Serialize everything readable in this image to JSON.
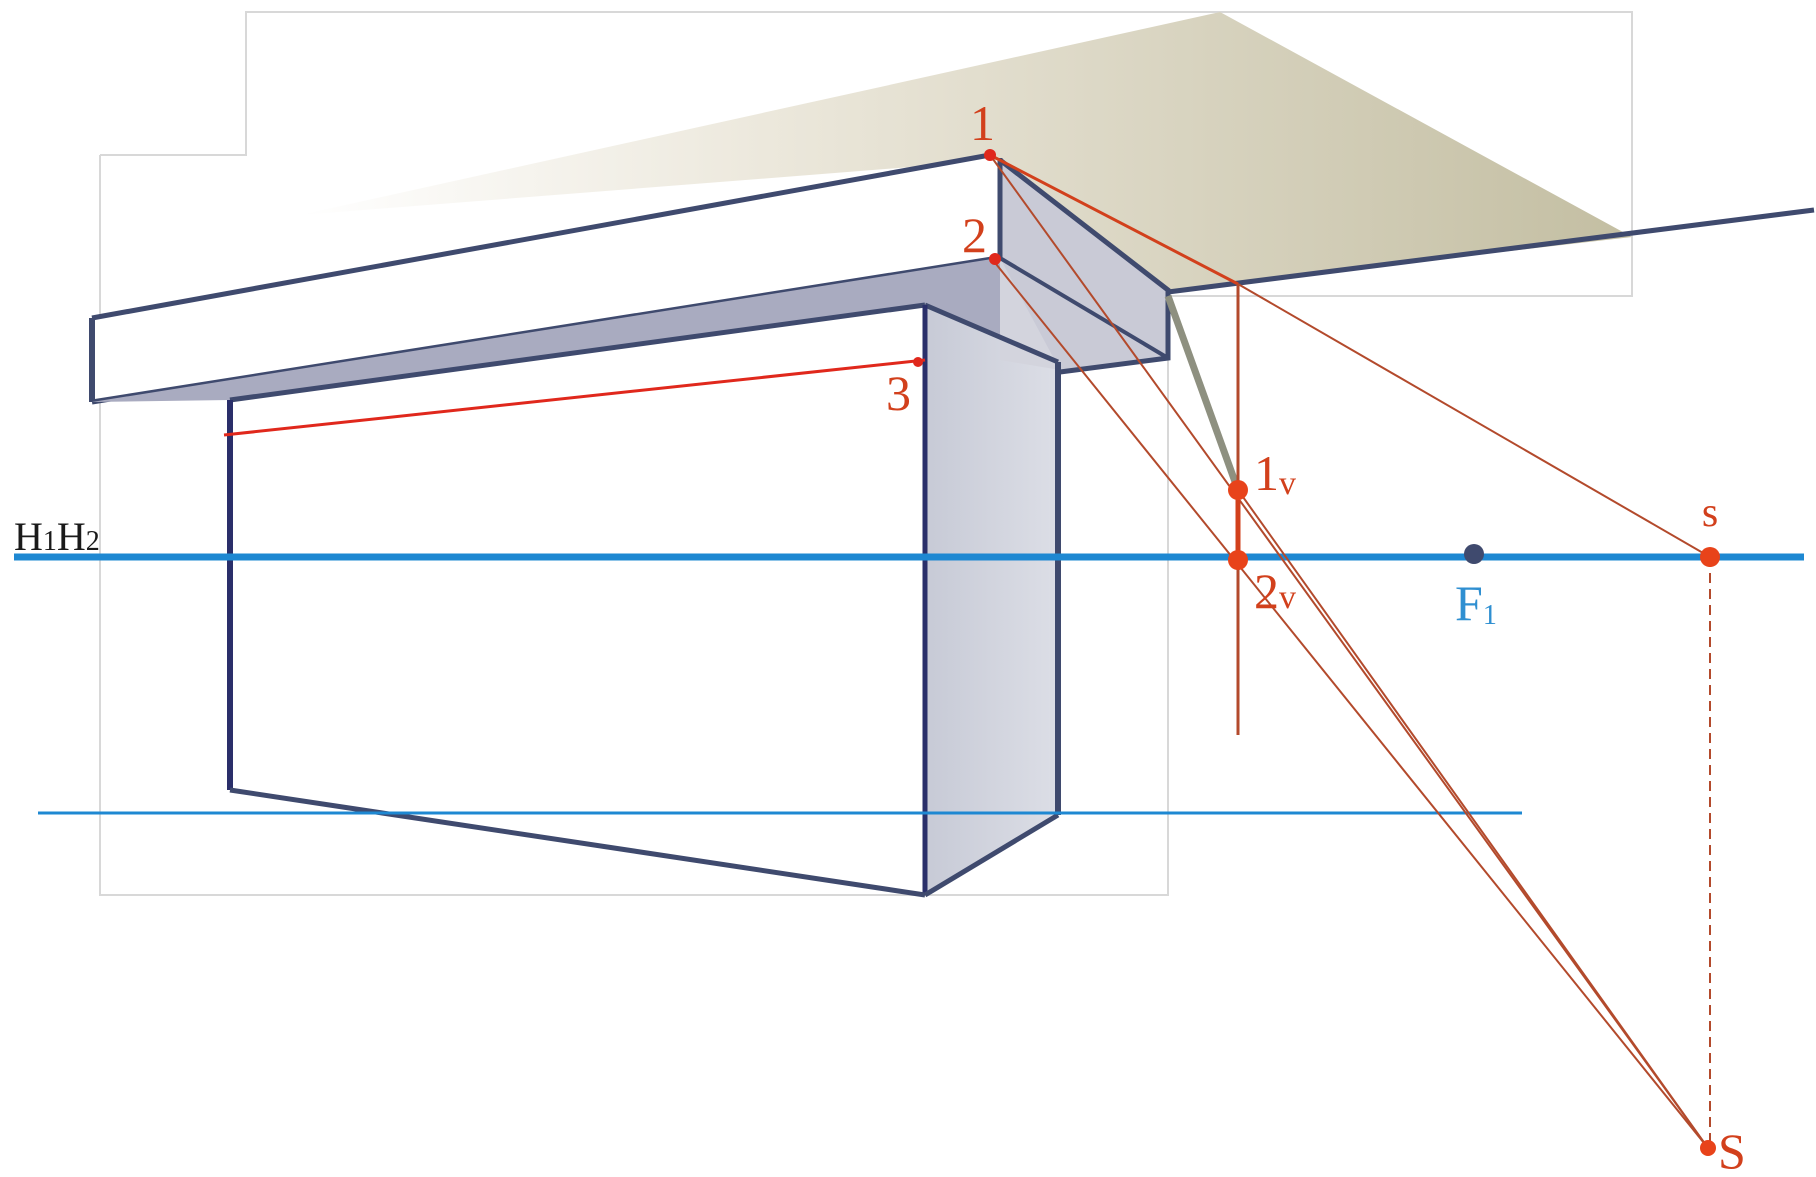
{
  "diagram": {
    "labels": {
      "p1": "1",
      "p2": "2",
      "p3": "3",
      "p1v_main": "1",
      "p1v_sub": "v",
      "p2v_main": "2",
      "p2v_sub": "v",
      "f_main": "F",
      "f_sub": "1",
      "s_small": "s",
      "s_big": "S",
      "h1_main": "H",
      "h1_sub": "1",
      "h2_main": "H",
      "h2_sub": "2"
    },
    "colors": {
      "construction_red": "#d2401c",
      "horizon_blue": "#1e88d2",
      "edge_navy": "#3f4a6e",
      "roof_tan": "#c8c3a8"
    }
  }
}
